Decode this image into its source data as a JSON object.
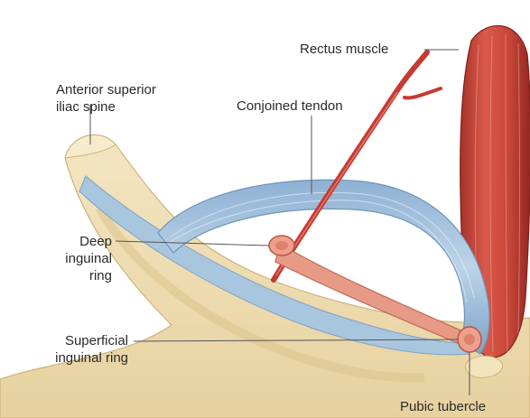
{
  "labels": {
    "rectus": "Rectus muscle",
    "asis_1": "Anterior superior",
    "asis_2": "iliac spine",
    "conjoined": "Conjoined tendon",
    "deep_1": "Deep",
    "deep_2": "inguinal",
    "deep_3": "ring",
    "superficial_1": "Superficial",
    "superficial_2": "inguinal ring",
    "pubic": "Pubic tubercle"
  },
  "colors": {
    "bone": "#f0dfb4",
    "bone_shadow": "#d9c28c",
    "ligament": "#a9c6df",
    "ligament_dark": "#7ea3c6",
    "muscle": "#c9473b",
    "cord": "#e79a86",
    "vessel": "#c63a32",
    "leader": "#555555"
  }
}
